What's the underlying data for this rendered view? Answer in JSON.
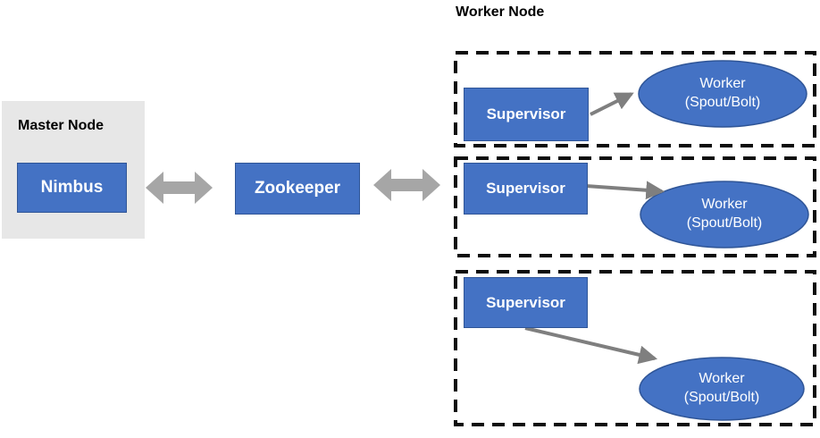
{
  "diagram": {
    "worker_node_label": "Worker Node",
    "master_node_label": "Master Node",
    "nimbus_label": "Nimbus",
    "zookeeper_label": "Zookeeper",
    "groups": [
      {
        "supervisor_label": "Supervisor",
        "worker_line1": "Worker",
        "worker_line2": "(Spout/Bolt)"
      },
      {
        "supervisor_label": "Supervisor",
        "worker_line1": "Worker",
        "worker_line2": "(Spout/Bolt)"
      },
      {
        "supervisor_label": "Supervisor",
        "worker_line1": "Worker",
        "worker_line2": "(Spout/Bolt)"
      }
    ],
    "colors": {
      "node_fill": "#4472C4",
      "node_border": "#2F5597",
      "master_panel_fill": "#E7E7E7",
      "double_arrow": "#A6A6A6",
      "connector_arrow": "#7F7F7F",
      "dashed_border": "#0D0D0D",
      "node_text": "#FFFFFF",
      "label_text": "#000000"
    }
  }
}
